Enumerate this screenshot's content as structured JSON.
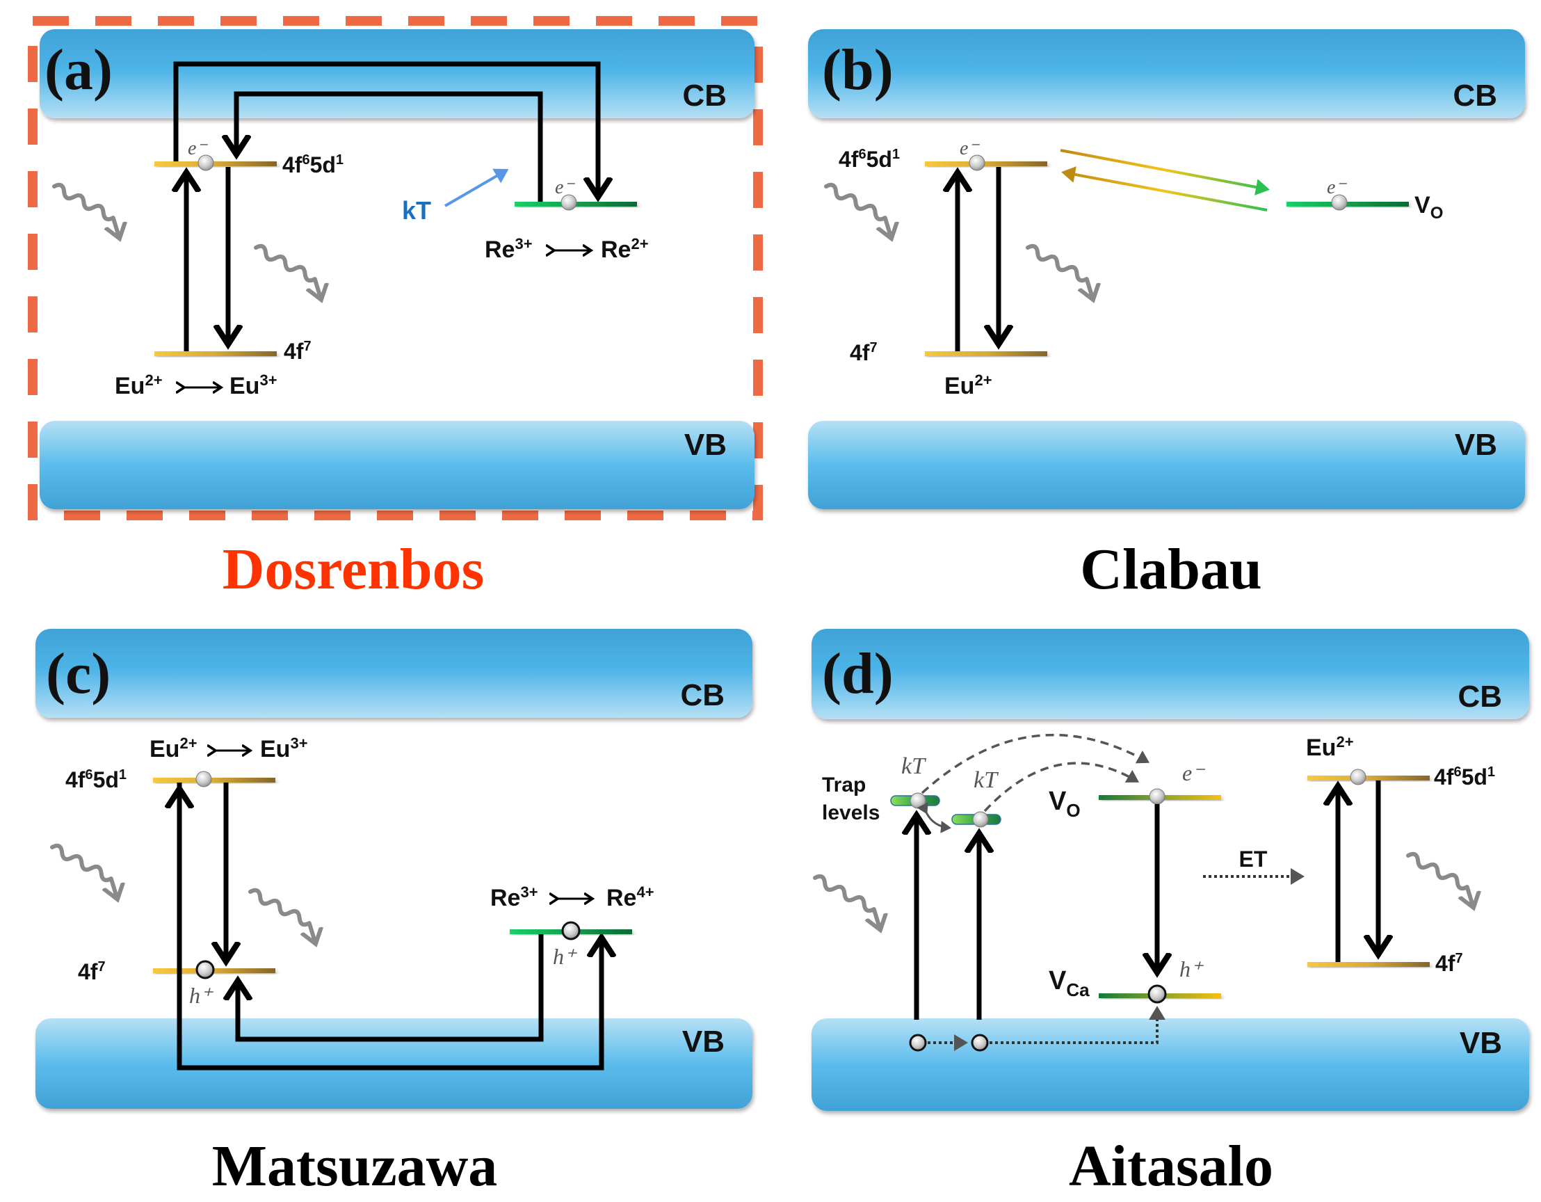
{
  "figure": {
    "panels": [
      {
        "id": "a",
        "label": "(a)",
        "caption": "Dosrenbos",
        "caption_color": "#ff3300",
        "highlighted": true,
        "cb_label": "CB",
        "vb_label": "VB",
        "upper_level": "4f⁶ 5d¹",
        "lower_level": "4f⁷",
        "ion_pair": {
          "left": "Eu",
          "left_sup": "2+",
          "right": "Eu",
          "right_sup": "3+"
        },
        "trap_pair": {
          "left": "Re",
          "left_sup": "3+",
          "right": "Re",
          "right_sup": "2+"
        },
        "thermal_label": "kT",
        "electron_label": "e⁻"
      },
      {
        "id": "b",
        "label": "(b)",
        "caption": "Clabau",
        "caption_color": "#000000",
        "cb_label": "CB",
        "vb_label": "VB",
        "upper_level": "4f⁶ 5d¹",
        "lower_level": "4f⁷",
        "ion": {
          "name": "Eu",
          "sup": "2+"
        },
        "trap": {
          "name": "V",
          "sub": "O"
        },
        "electron_label": "e⁻"
      },
      {
        "id": "c",
        "label": "(c)",
        "caption": "Matsuzawa",
        "caption_color": "#000000",
        "cb_label": "CB",
        "vb_label": "VB",
        "upper_level": "4f⁶ 5d¹",
        "lower_level": "4f⁷",
        "ion_pair": {
          "left": "Eu",
          "left_sup": "2+",
          "right": "Eu",
          "right_sup": "3+"
        },
        "trap_pair": {
          "left": "Re",
          "left_sup": "3+",
          "right": "Re",
          "right_sup": "4+"
        },
        "hole_label": "h⁺"
      },
      {
        "id": "d",
        "label": "(d)",
        "caption": "Aitasalo",
        "caption_color": "#000000",
        "cb_label": "CB",
        "vb_label": "VB",
        "trap_levels_label": [
          "Trap",
          "levels"
        ],
        "thermal_label": "kT",
        "vo": {
          "name": "V",
          "sub": "O"
        },
        "vca": {
          "name": "V",
          "sub": "Ca"
        },
        "electron_label": "e⁻",
        "hole_label": "h⁺",
        "energy_transfer": "ET",
        "ion": {
          "name": "Eu",
          "sup": "2+"
        },
        "upper_level": "4f⁶ 5d¹",
        "lower_level": "4f⁷"
      }
    ],
    "colors": {
      "highlight_border": "#ee6a45",
      "band_dark": "#3fa4d8",
      "band_light": "#b4e0f5",
      "eu_level_start": "#f7c63c",
      "eu_level_end": "#8a6a20",
      "trap_level_start": "#19c864",
      "trap_level_end": "#0d6b35",
      "thermal_arrow": "#5a96e6",
      "thermal_text": "#1a70c0"
    }
  }
}
